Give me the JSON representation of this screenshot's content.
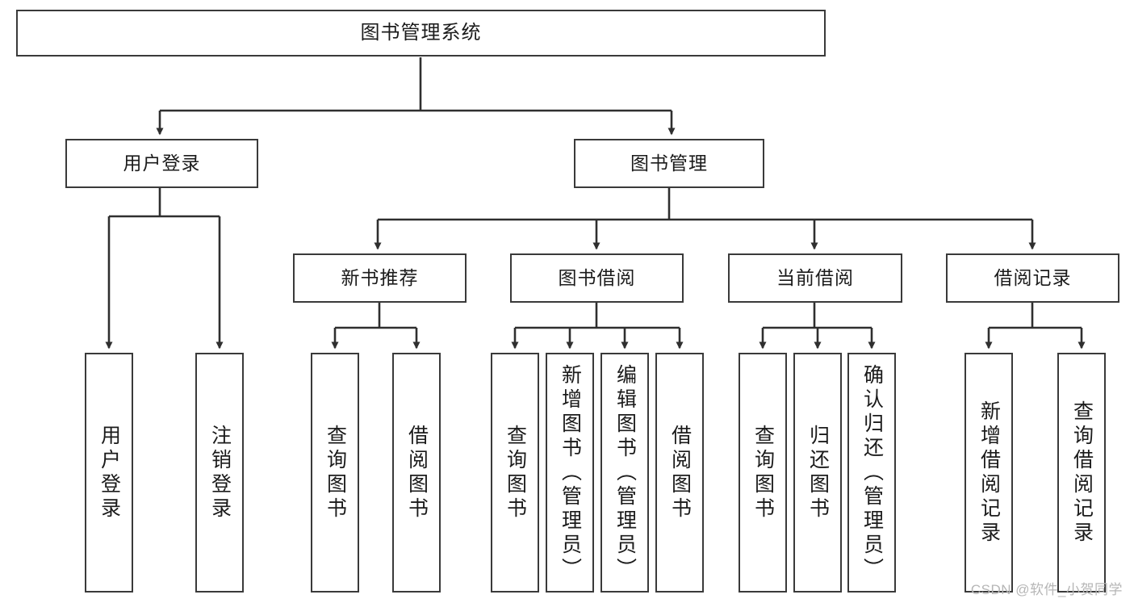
{
  "diagram": {
    "title_node": {
      "label": "图书管理系统"
    },
    "level1": [
      {
        "id": "user-login",
        "label": "用户登录"
      },
      {
        "id": "book-management",
        "label": "图书管理"
      }
    ],
    "level2": [
      {
        "id": "new-book-recommend",
        "label": "新书推荐"
      },
      {
        "id": "book-borrow",
        "label": "图书借阅"
      },
      {
        "id": "current-borrow",
        "label": "当前借阅"
      },
      {
        "id": "borrow-record",
        "label": "借阅记录"
      }
    ],
    "leaves": [
      {
        "id": "leaf-user-login",
        "label": "用户登录"
      },
      {
        "id": "leaf-logout-login",
        "label": "注销登录"
      },
      {
        "id": "leaf-query-book-1",
        "label": "查询图书"
      },
      {
        "id": "leaf-borrow-book-1",
        "label": "借阅图书"
      },
      {
        "id": "leaf-query-book-2",
        "label": "查询图书"
      },
      {
        "id": "leaf-add-book-admin",
        "label": "新增图书（管理员）"
      },
      {
        "id": "leaf-edit-book-admin",
        "label": "编辑图书（管理员）"
      },
      {
        "id": "leaf-borrow-book-2",
        "label": "借阅图书"
      },
      {
        "id": "leaf-query-book-3",
        "label": "查询图书"
      },
      {
        "id": "leaf-return-book",
        "label": "归还图书"
      },
      {
        "id": "leaf-confirm-return-admin",
        "label": "确认归还（管理员）"
      },
      {
        "id": "leaf-add-borrow-record",
        "label": "新增借阅记录"
      },
      {
        "id": "leaf-query-borrow-record",
        "label": "查询借阅记录"
      }
    ],
    "watermark": "CSDN @软件_小贺同学",
    "colors": {
      "stroke": "#3a3a3a",
      "fill": "#ffffff",
      "text": "#1b1b1b",
      "watermark": "#b6b6b6"
    }
  }
}
